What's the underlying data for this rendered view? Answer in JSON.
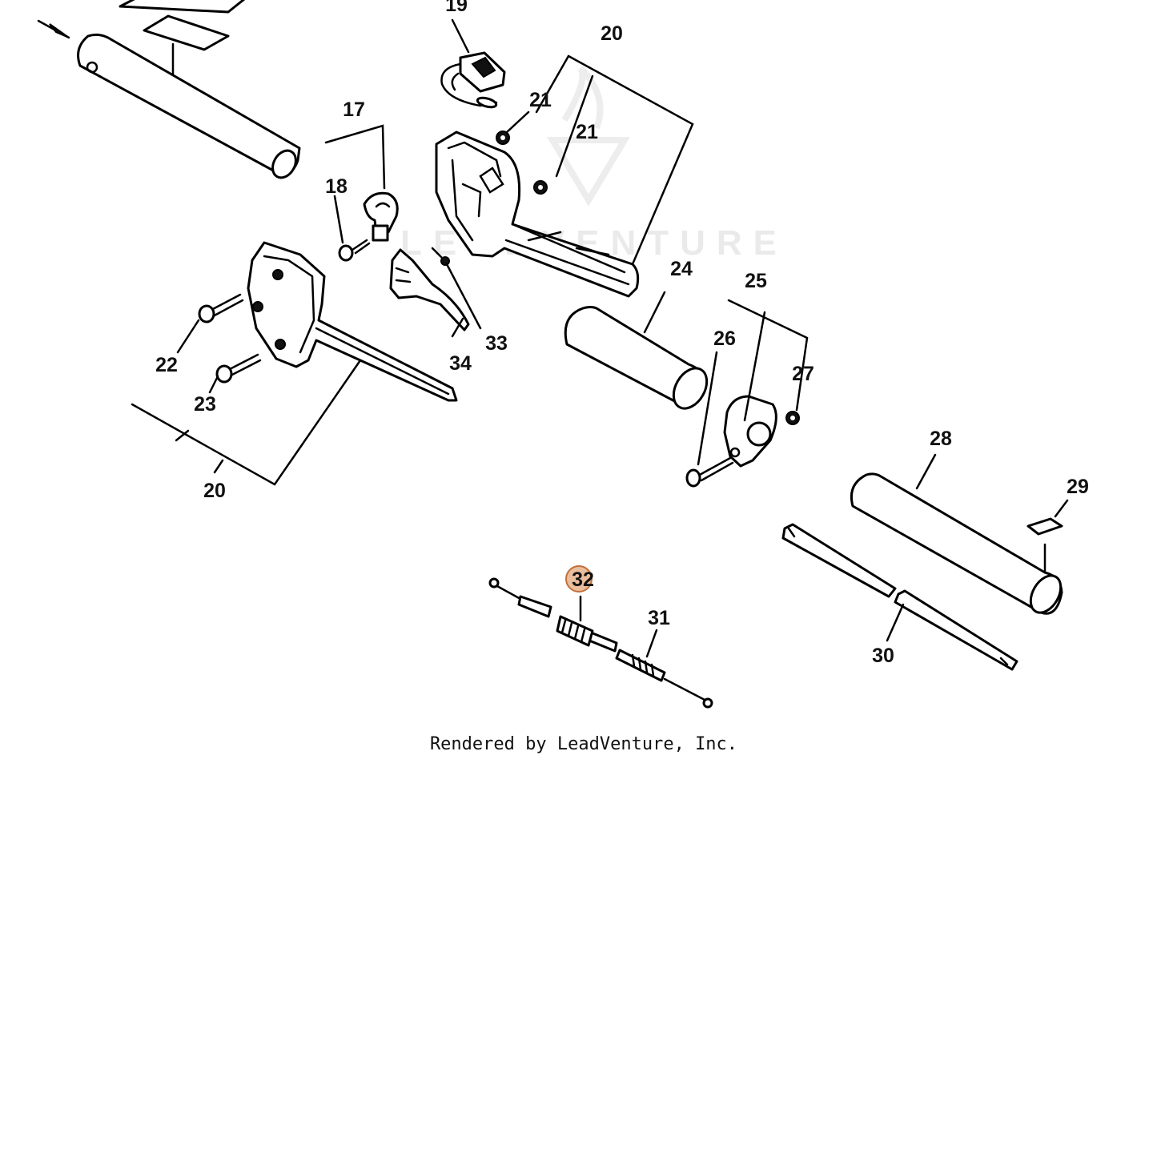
{
  "diagram": {
    "watermark": "LEADVENTURE",
    "credit": "Rendered by LeadVenture, Inc.",
    "hotspot_color": "#d9894a",
    "callouts": {
      "c17": "17",
      "c18": "18",
      "c19": "19",
      "c20_top": "20",
      "c20_bottom": "20",
      "c21a": "21",
      "c21b": "21",
      "c22": "22",
      "c23": "23",
      "c24": "24",
      "c25": "25",
      "c26": "26",
      "c27": "27",
      "c28": "28",
      "c29": "29",
      "c30": "30",
      "c31": "31",
      "c32": "32",
      "c33": "33",
      "c34": "34"
    },
    "parts": [
      {
        "id": "upper-shaft-tube"
      },
      {
        "id": "label-plate"
      },
      {
        "id": "throttle-switch",
        "number": "19"
      },
      {
        "id": "handle-housing-right",
        "number": "20"
      },
      {
        "id": "handle-housing-left",
        "number": "20"
      },
      {
        "id": "nut-21a",
        "number": "21"
      },
      {
        "id": "nut-21b",
        "number": "21"
      },
      {
        "id": "clamp-17",
        "number": "17"
      },
      {
        "id": "screw-18",
        "number": "18"
      },
      {
        "id": "screw-22",
        "number": "22"
      },
      {
        "id": "screw-23",
        "number": "23"
      },
      {
        "id": "grip-sleeve",
        "number": "24"
      },
      {
        "id": "handle-clamp",
        "number": "25"
      },
      {
        "id": "bolt-26",
        "number": "26"
      },
      {
        "id": "nut-27",
        "number": "27"
      },
      {
        "id": "shaft-tube",
        "number": "28"
      },
      {
        "id": "decal",
        "number": "29"
      },
      {
        "id": "drive-shaft",
        "number": "30"
      },
      {
        "id": "throttle-cable",
        "number": "31"
      },
      {
        "id": "cable-spring",
        "number": "32"
      },
      {
        "id": "spring-33",
        "number": "33"
      },
      {
        "id": "throttle-trigger",
        "number": "34"
      }
    ]
  }
}
